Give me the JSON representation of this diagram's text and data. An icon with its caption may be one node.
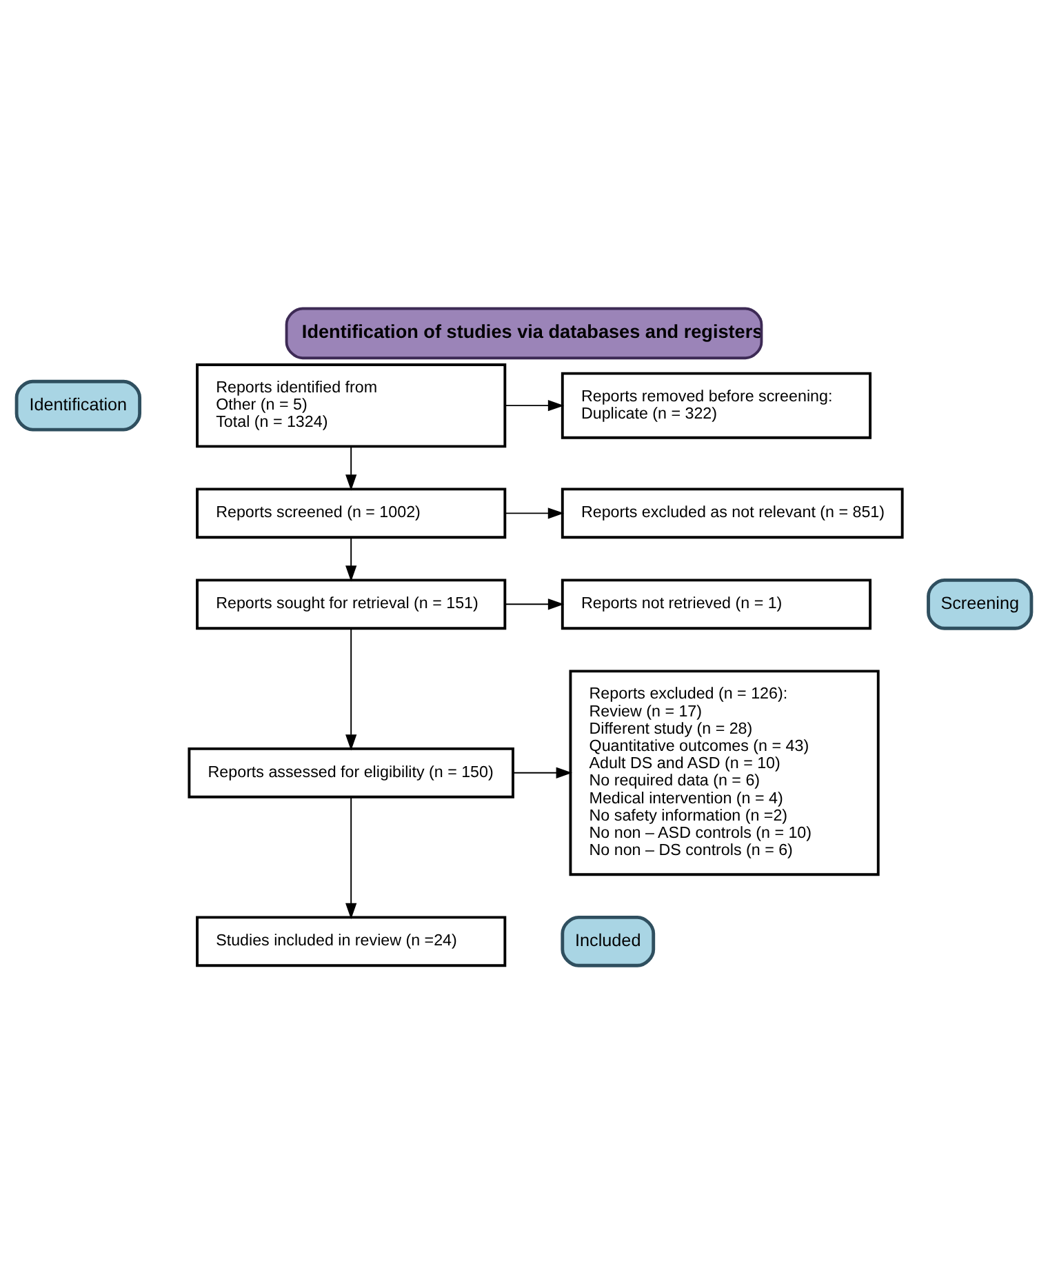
{
  "diagram": {
    "title": "Identification of studies via databases and registers",
    "nodes": [
      {
        "text": [
          "Identification"
        ]
      },
      {
        "text": [
          "Reports identified from",
          "Other (n = 5)",
          "Total (n = 1324)"
        ]
      },
      {
        "text": [
          "Reports removed before screening:",
          "Duplicate (n = 322)"
        ]
      },
      {
        "text": [
          "Screening"
        ]
      },
      {
        "text": [
          "Reports screened (n = 1002)"
        ]
      },
      {
        "text": [
          "Reports excluded as not relevant (n = 851)"
        ]
      },
      {
        "text": [
          "Reports sought for retrieval (n = 151)"
        ]
      },
      {
        "text": [
          "Reports not retrieved (n = 1)"
        ]
      },
      {
        "text": [
          "Reports assessed for eligibility (n = 150)"
        ]
      },
      {
        "text": [
          "Reports excluded (n = 126):",
          "Review (n = 17)",
          "Different study (n = 28)",
          "Quantitative outcomes (n = 43)",
          "Adult DS and ASD (n = 10)",
          "No required data (n = 6)",
          "Medical intervention (n = 4)",
          "No safety information (n =2)",
          "No non – ASD controls (n = 10)",
          "No non – DS controls (n = 6)"
        ]
      },
      {
        "text": [
          "Included"
        ]
      },
      {
        "text": [
          "Studies included in review (n =24)"
        ]
      }
    ],
    "edges": [
      {
        "from": 1,
        "to": 2,
        "arrow": "to"
      },
      {
        "from": 1,
        "to": 4,
        "arrow": "to"
      },
      {
        "from": 4,
        "to": 5,
        "arrow": "to"
      },
      {
        "from": 4,
        "to": 6,
        "arrow": "to"
      },
      {
        "from": 6,
        "to": 7,
        "arrow": "to"
      },
      {
        "from": 6,
        "to": 8,
        "arrow": "to"
      },
      {
        "from": 8,
        "to": 9,
        "arrow": "to"
      },
      {
        "from": 8,
        "to": 11,
        "arrow": "to"
      }
    ]
  }
}
